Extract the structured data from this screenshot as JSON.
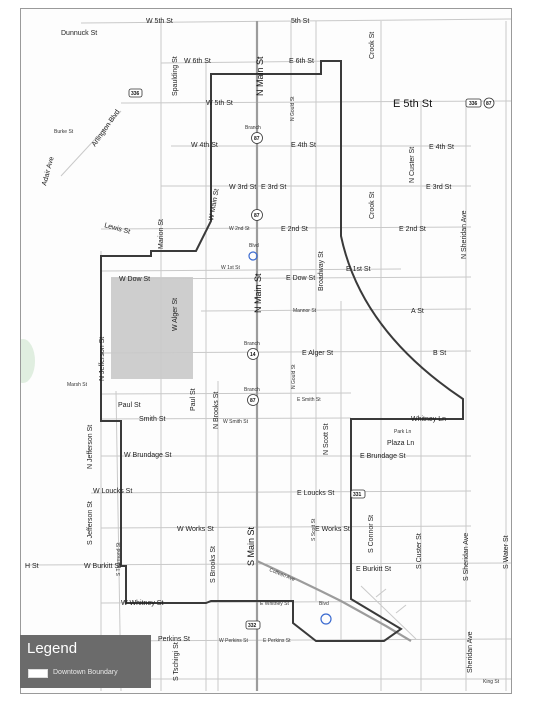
{
  "map": {
    "streets": {
      "w_5th": "W 5th St",
      "w_5th_top": "5th St",
      "dunnuck": "Dunnuck St",
      "spaulding": "Spaulding St",
      "w_6th": "W 6th St",
      "e_6th": "E 6th St",
      "crook_top": "Crook St",
      "n_main_top": "N Main St",
      "w_5th_mid": "W 5th St",
      "n_gould_top": "N Gould St",
      "e_5th": "E 5th St",
      "w_4th": "W 4th St",
      "e_4th": "E 4th St",
      "e_4th_right": "E 4th St",
      "arlington": "Arlington Blvd",
      "burke": "Burke St",
      "adair": "Adair Ave",
      "w_3rd": "W 3rd St",
      "e_3rd": "E 3rd St",
      "e_3rd_right": "E 3rd St",
      "n_custer": "N Custer St",
      "crook_mid": "Crook St",
      "w_main": "W Main St",
      "lewis": "Lewis St",
      "marion": "Marion St",
      "w_2nd": "W 2nd St",
      "e_2nd": "E 2nd St",
      "e_2nd_right": "E 2nd St",
      "n_sheridan": "N Sheridan Ave",
      "w_1st": "W 1st St",
      "e_1st": "E 1st St",
      "broadway": "Broadway St",
      "n_main_mid": "N Main St",
      "w_dow": "W Dow St",
      "e_dow": "E Dow St",
      "w_alger": "W Alger St",
      "mannor": "Mannor St",
      "a_st": "A St",
      "n_jefferson": "N Jefferson St",
      "e_alger": "E Alger St",
      "b_st": "B St",
      "n_gould_mid": "N Gould St",
      "marsh": "Marsh St",
      "paul_w": "Paul St",
      "paul": "Paul St",
      "smith": "Smith St",
      "n_brooks": "N Brooks St",
      "w_smith": "W Smith St",
      "e_smith": "E Smith St",
      "whitney_ln": "Whitney Ln",
      "n_jefferson_low": "N Jefferson St",
      "park_ln": "Park Ln",
      "plaza_ln": "Plaza Ln",
      "n_scott": "N Scott St",
      "w_brundage": "W Brundage St",
      "e_brundage": "E Brundage St",
      "w_loucks": "W Loucks St",
      "e_loucks": "E Loucks St",
      "s_jefferson": "S Jefferson St",
      "s_main": "S Main St",
      "w_works": "W Works St",
      "e_works": "E Works St",
      "s_thurmond": "S Thurmond St",
      "s_brooks": "S Brooks St",
      "s_scott": "S Scott St",
      "s_connor": "S Connor St",
      "s_custer": "S Custer St",
      "s_sheridan": "S Sheridan Ave",
      "s_water": "S Water St",
      "h_st": "H St",
      "w_burkitt": "W Burkitt St",
      "e_burkitt": "E Burkitt St",
      "coffeen": "Coffeen Ave",
      "w_whitney": "W Whitney St",
      "e_whitney": "E Whitney St",
      "perkins": "Perkins St",
      "w_perkins": "W Perkins St",
      "e_perkins": "E Perkins St",
      "s_tschirgi": "S Tschirgi St",
      "sheridan_ave": "Sheridan Ave",
      "king": "King St"
    },
    "shields": {
      "s336_left": "336",
      "s336_right": "336",
      "s87_right": "87",
      "s87_a": "87",
      "s87_b": "87",
      "s87_c": "87",
      "s14": "14",
      "s331": "331",
      "s332": "332"
    },
    "route_labels": {
      "branch_a": "Branch",
      "branch_b": "Branch",
      "branch_c": "Branch",
      "bus_a": "Blvd",
      "bus_b": "Blvd"
    }
  },
  "legend": {
    "title": "Legend",
    "item_label": "Downtown Boundary",
    "swatch_color": "#ffffff",
    "panel_color": "#6b6b6b"
  },
  "colors": {
    "boundary": "#3a3a3a",
    "roads": "#c9c9c9",
    "main_roads": "#9c9c9c",
    "park": "#b9b9b9"
  }
}
